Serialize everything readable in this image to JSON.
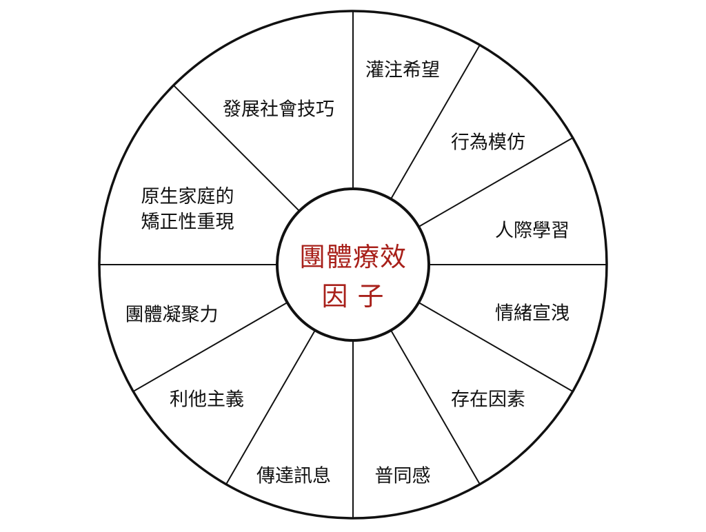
{
  "center": {
    "line1": "團體療效",
    "line2": "因 子"
  },
  "factors": [
    {
      "id": "instillation-of-hope",
      "lines": [
        "灌注希望"
      ]
    },
    {
      "id": "imitative-behavior",
      "lines": [
        "行為模仿"
      ]
    },
    {
      "id": "interpersonal-learning",
      "lines": [
        "人際學習"
      ]
    },
    {
      "id": "catharsis",
      "lines": [
        "情緒宣洩"
      ]
    },
    {
      "id": "existential-factors",
      "lines": [
        "存在因素"
      ]
    },
    {
      "id": "universality",
      "lines": [
        "普同感"
      ]
    },
    {
      "id": "imparting-information",
      "lines": [
        "傳達訊息"
      ]
    },
    {
      "id": "altruism",
      "lines": [
        "利他主義"
      ]
    },
    {
      "id": "group-cohesiveness",
      "lines": [
        "團體凝聚力"
      ]
    },
    {
      "id": "corrective-recapitulation",
      "lines": [
        "原生家庭的",
        "矯正性重現"
      ]
    },
    {
      "id": "socializing-techniques",
      "lines": [
        "發展社會技巧"
      ]
    }
  ],
  "colors": {
    "center_text": "#a8201a",
    "line": "#111111",
    "label_text": "#111111"
  }
}
